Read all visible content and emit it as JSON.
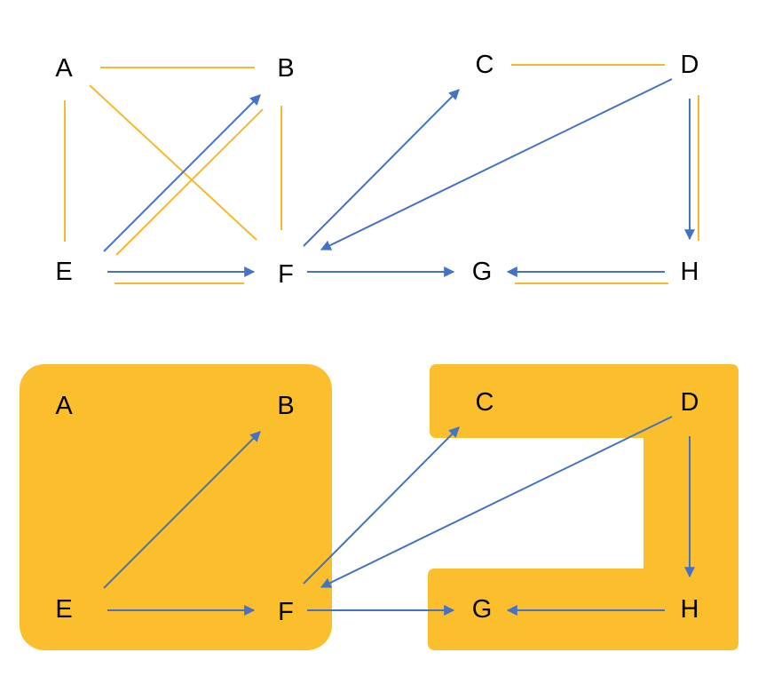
{
  "colors": {
    "undirected_edge": "#F6B92B",
    "directed_edge": "#4472C4",
    "component_fill": "#FBBE2D",
    "node_text": "#000000",
    "background": "#FFFFFF"
  },
  "top_graph": {
    "nodes": {
      "a": "A",
      "b": "B",
      "c": "C",
      "d": "D",
      "e": "E",
      "f": "F",
      "g": "G",
      "h": "H"
    },
    "undirected_edges": [
      [
        "A",
        "B"
      ],
      [
        "A",
        "E"
      ],
      [
        "A",
        "F"
      ],
      [
        "B",
        "E"
      ],
      [
        "B",
        "F"
      ],
      [
        "C",
        "D"
      ],
      [
        "E",
        "F"
      ],
      [
        "D",
        "H"
      ],
      [
        "G",
        "H"
      ]
    ],
    "directed_edges": [
      [
        "E",
        "B"
      ],
      [
        "E",
        "F"
      ],
      [
        "F",
        "C"
      ],
      [
        "F",
        "G"
      ],
      [
        "D",
        "F"
      ],
      [
        "D",
        "H"
      ],
      [
        "H",
        "G"
      ]
    ]
  },
  "bottom_graph": {
    "nodes": {
      "a": "A",
      "b": "B",
      "c": "C",
      "d": "D",
      "e": "E",
      "f": "F",
      "g": "G",
      "h": "H"
    },
    "components": [
      [
        "A",
        "B",
        "E",
        "F"
      ],
      [
        "C",
        "D",
        "G",
        "H"
      ]
    ],
    "directed_edges": [
      [
        "E",
        "B"
      ],
      [
        "E",
        "F"
      ],
      [
        "F",
        "C"
      ],
      [
        "F",
        "G"
      ],
      [
        "D",
        "F"
      ],
      [
        "D",
        "H"
      ],
      [
        "H",
        "G"
      ]
    ]
  }
}
